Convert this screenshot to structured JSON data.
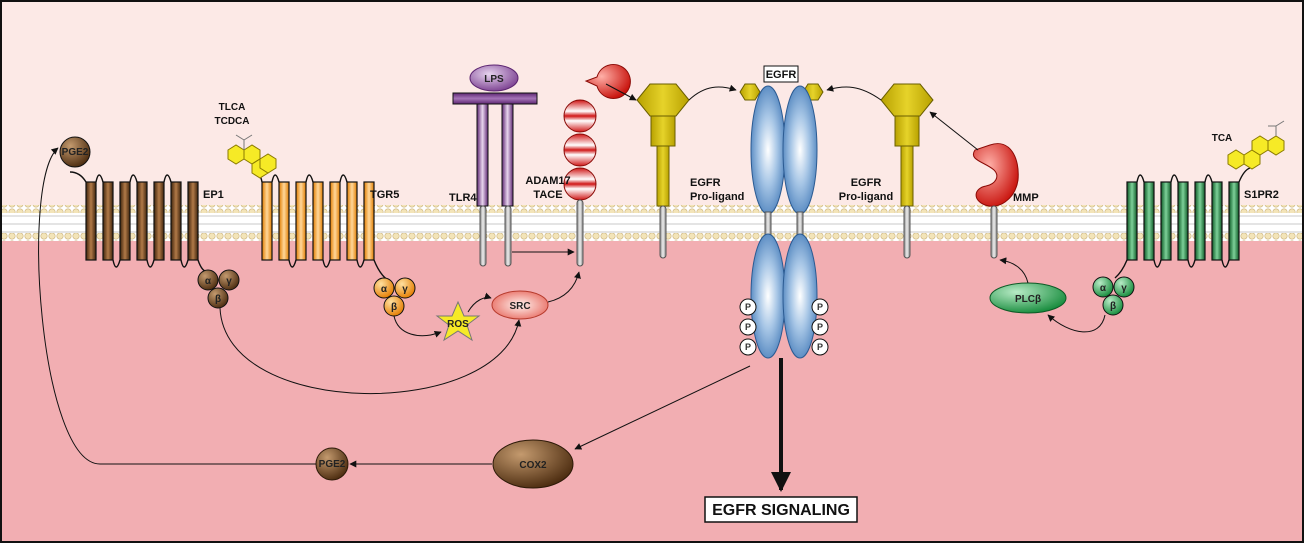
{
  "receptors": {
    "ep1": "EP1",
    "tgr5": "TGR5",
    "tlr4": "TLR4",
    "adam17": "ADAM17",
    "tace": "TACE",
    "egfr_pro_left_1": "EGFR",
    "egfr_pro_left_2": "Pro-ligand",
    "egfr_pro_right_1": "EGFR",
    "egfr_pro_right_2": "Pro-ligand",
    "mmp": "MMP",
    "s1pr2": "S1PR2",
    "egfr": "EGFR"
  },
  "ligands": {
    "pge2_top": "PGE2",
    "tlca": "TLCA",
    "tcdca": "TCDCA",
    "lps": "LPS",
    "tca": "TCA"
  },
  "gprotein": {
    "alpha": "α",
    "beta": "β",
    "gamma": "γ"
  },
  "intracellular": {
    "ros": "ROS",
    "src": "SRC",
    "plcb": "PLCβ",
    "cox2": "COX2",
    "pge2_bottom": "PGE2",
    "phospho": "P",
    "egfr_signaling": "EGFR SIGNALING"
  },
  "colors": {
    "extracellular": "#fce9e6",
    "cytoplasm": "#f2aeb2",
    "membrane_bead": "#f3e4b8",
    "ep1_brown": "#5a3717",
    "tgr5_orange": "#f39a1a",
    "tlr4_purple": "#7a3e8f",
    "adam17_red": "#d7261e",
    "egfr_yellow": "#d8c20c",
    "egfr_blue": "#5a90c9",
    "s1pr2_green": "#1e7a3a",
    "bile_yellow": "#f6ea26"
  }
}
